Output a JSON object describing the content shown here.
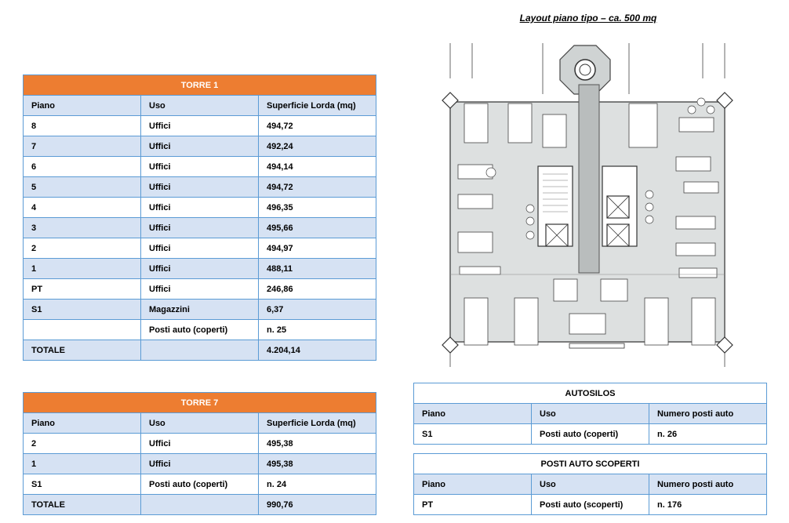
{
  "layout_title": "Layout piano tipo – ca. 500 mq",
  "torre1": {
    "title": "TORRE 1",
    "headers": [
      "Piano",
      "Uso",
      "Superficie Lorda (mq)"
    ],
    "rows": [
      [
        "8",
        "Uffici",
        "494,72"
      ],
      [
        "7",
        "Uffici",
        "492,24"
      ],
      [
        "6",
        "Uffici",
        "494,14"
      ],
      [
        "5",
        "Uffici",
        "494,72"
      ],
      [
        "4",
        "Uffici",
        "496,35"
      ],
      [
        "3",
        "Uffici",
        "495,66"
      ],
      [
        "2",
        "Uffici",
        "494,97"
      ],
      [
        "1",
        "Uffici",
        "488,11"
      ],
      [
        "PT",
        "Uffici",
        "246,86"
      ],
      [
        "S1",
        "Magazzini",
        "6,37"
      ],
      [
        "",
        "Posti auto (coperti)",
        "n. 25"
      ],
      [
        "TOTALE",
        "",
        "4.204,14"
      ]
    ]
  },
  "torre7": {
    "title": "TORRE 7",
    "headers": [
      "Piano",
      "Uso",
      "Superficie Lorda (mq)"
    ],
    "rows": [
      [
        "2",
        "Uffici",
        "495,38"
      ],
      [
        "1",
        "Uffici",
        "495,38"
      ],
      [
        "S1",
        "Posti auto (coperti)",
        "n. 24"
      ],
      [
        "TOTALE",
        "",
        "990,76"
      ]
    ]
  },
  "autosilos": {
    "title": "AUTOSILOS",
    "headers": [
      "Piano",
      "Uso",
      "Numero posti auto"
    ],
    "rows": [
      [
        "S1",
        "Posti auto (coperti)",
        "n. 26"
      ]
    ]
  },
  "scoperti": {
    "title": "POSTI AUTO SCOPERTI",
    "headers": [
      "Piano",
      "Uso",
      "Numero posti auto"
    ],
    "rows": [
      [
        "PT",
        "Posti auto (scoperti)",
        "n. 176"
      ]
    ]
  },
  "colors": {
    "header_orange": "#ed7d31",
    "row_blue": "#d6e2f3",
    "border_blue": "#5b9bd5"
  }
}
